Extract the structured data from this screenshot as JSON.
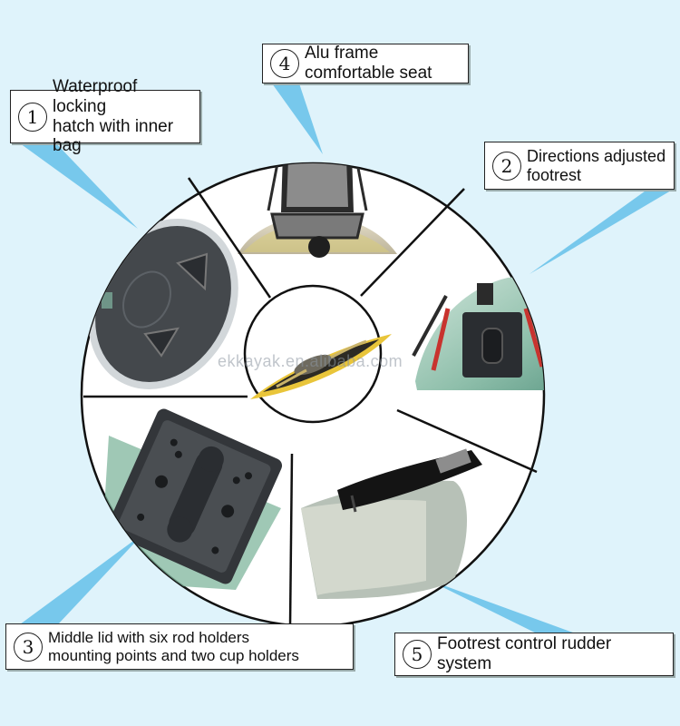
{
  "watermark": "ekkayak.en.alibaba.com",
  "colors": {
    "background": "#dff3fb",
    "pointer": "#6cc3ea",
    "kayak_yellow": "#e9c53a",
    "kayak_dark": "#2c2a24",
    "plastic_black": "#2a2d31",
    "hull_green": "#9fc9b5"
  },
  "labels": [
    {
      "number": "1",
      "lines": [
        "Waterproof locking",
        "hatch with inner bag"
      ],
      "photo": "hatch-photo"
    },
    {
      "number": "2",
      "lines": [
        "Directions adjusted",
        "footrest"
      ],
      "photo": "footrest-photo"
    },
    {
      "number": "3",
      "lines": [
        "Middle lid with six rod holders",
        "mounting points and two cup holders"
      ],
      "photo": "middle-lid-photo"
    },
    {
      "number": "4",
      "lines": [
        "Alu frame comfortable seat"
      ],
      "photo": "seat-photo"
    },
    {
      "number": "5",
      "lines": [
        "Footrest control rudder system"
      ],
      "photo": "rudder-photo"
    }
  ]
}
